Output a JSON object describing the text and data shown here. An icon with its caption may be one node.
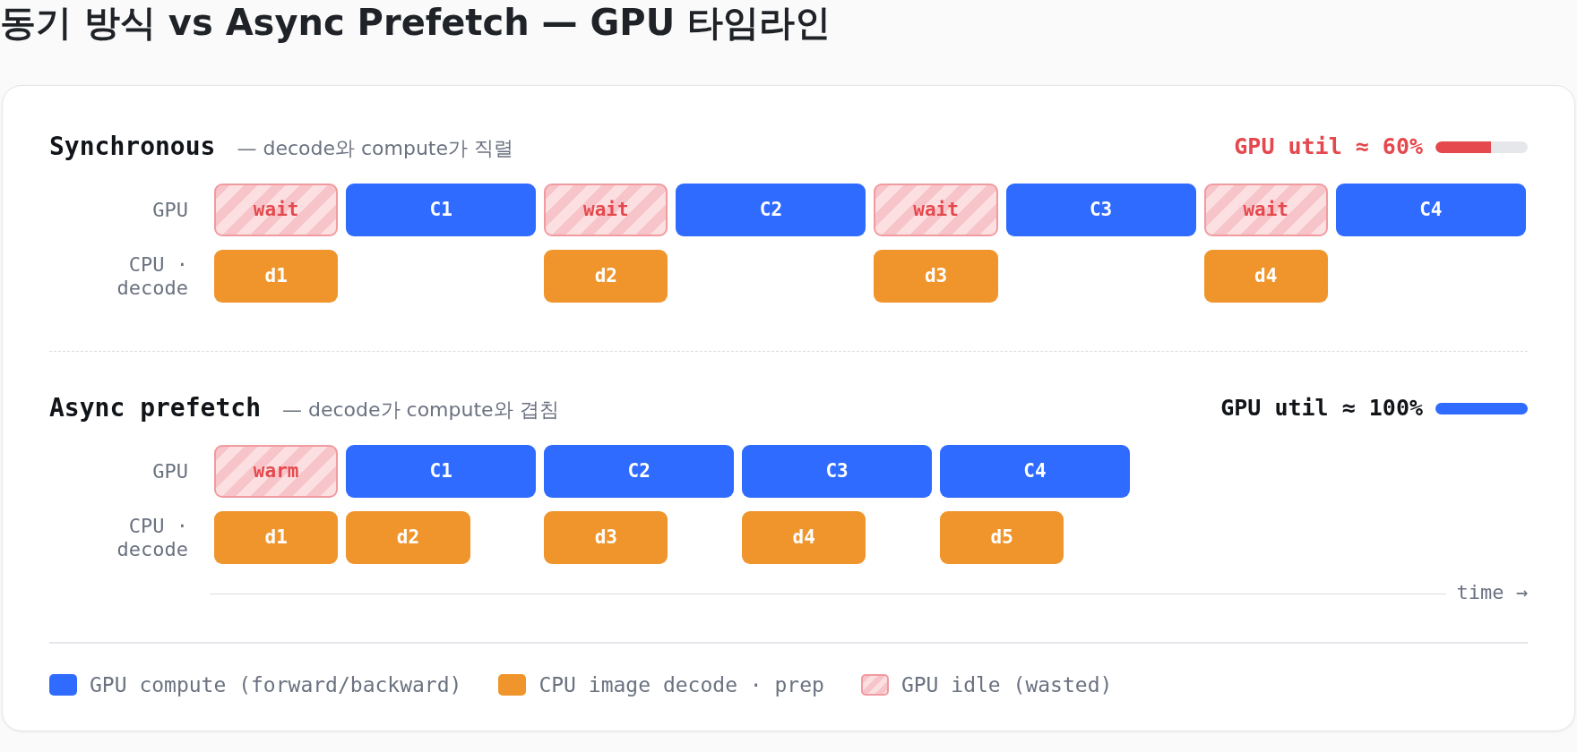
{
  "diagram": {
    "title": "동기 방식 vs Async Prefetch — GPU 타임라인",
    "nodes": [
      {
        "text": [
          "wait"
        ]
      },
      {
        "text": [
          "C1"
        ]
      },
      {
        "text": [
          "wait"
        ]
      },
      {
        "text": [
          "C2"
        ]
      },
      {
        "text": [
          "wait"
        ]
      },
      {
        "text": [
          "C3"
        ]
      },
      {
        "text": [
          "wait"
        ]
      },
      {
        "text": [
          "C4"
        ]
      },
      {
        "text": [
          "d1"
        ]
      },
      {
        "text": [
          "d2"
        ]
      },
      {
        "text": [
          "d3"
        ]
      },
      {
        "text": [
          "d4"
        ]
      },
      {
        "text": [
          "warm"
        ]
      },
      {
        "text": [
          "C1"
        ]
      },
      {
        "text": [
          "C2"
        ]
      },
      {
        "text": [
          "C3"
        ]
      },
      {
        "text": [
          "C4"
        ]
      },
      {
        "text": [
          "d1"
        ]
      },
      {
        "text": [
          "d2"
        ]
      },
      {
        "text": [
          "d3"
        ]
      },
      {
        "text": [
          "d4"
        ]
      },
      {
        "text": [
          "d5"
        ]
      }
    ],
    "labels": [
      "Synchronous",
      "— decode와 compute가 직렬",
      "GPU util ≈ 60%",
      "GPU",
      "CPU · decode",
      "Async prefetch",
      "— decode가 compute와 겹침",
      "GPU util ≈ 100%",
      "GPU",
      "CPU · decode",
      "time →"
    ],
    "legend": [
      {
        "text": "GPU compute (forward/backward)",
        "color": "#2f6bff"
      },
      {
        "text": "CPU image decode · prep",
        "color": "#f0952c"
      },
      {
        "text": "GPU idle (wasted)"
      }
    ]
  }
}
